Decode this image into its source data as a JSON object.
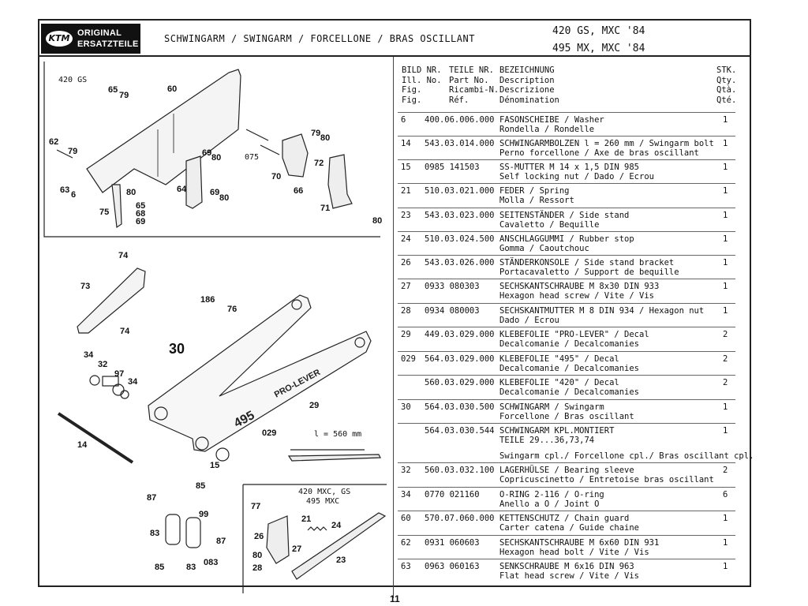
{
  "header": {
    "logo_line1": "ORIGINAL",
    "logo_line2": "ERSATZTEILE",
    "logo_brand": "KTM",
    "title": "SCHWINGARM / SWINGARM / FORCELLONE / BRAS OSCILLANT",
    "model_line1": "420 GS, MXC '84",
    "model_line2": "495 MX, MXC '84"
  },
  "columns": {
    "fig": "BILD NR.\nIll. No.\nFig.\nFig.",
    "partno": "TEILE NR.\nPart No.\nRicambi-N.\nRéf.",
    "desc": "BEZEICHNUNG\nDescription\nDescrizione\nDénomination",
    "qty": "STK.\nQty.\nQtà.\nQté."
  },
  "parts": [
    {
      "fig": "6",
      "partno": "400.06.006.000",
      "d1": "FASONSCHEIBE / Washer",
      "d2": "Rondella / Rondelle",
      "qty": "1"
    },
    {
      "fig": "14",
      "partno": "543.03.014.000",
      "d1": "SCHWINGARMBOLZEN l = 260 mm / Swingarm bolt",
      "d2": "Perno forcellone / Axe de bras oscillant",
      "qty": "1"
    },
    {
      "fig": "15",
      "partno": "0985 141503",
      "d1": "SS-MUTTER M 14 x 1,5 DIN 985",
      "d2": "Self locking nut / Dado / Ecrou",
      "qty": "1"
    },
    {
      "fig": "21",
      "partno": "510.03.021.000",
      "d1": "FEDER / Spring",
      "d2": "Molla / Ressort",
      "qty": "1"
    },
    {
      "fig": "23",
      "partno": "543.03.023.000",
      "d1": "SEITENSTÄNDER / Side stand",
      "d2": "Cavaletto / Bequille",
      "qty": "1"
    },
    {
      "fig": "24",
      "partno": "510.03.024.500",
      "d1": "ANSCHLAGGUMMI / Rubber stop",
      "d2": "Gomma / Caoutchouc",
      "qty": "1"
    },
    {
      "fig": "26",
      "partno": "543.03.026.000",
      "d1": "STÄNDERKONSOLE / Side stand bracket",
      "d2": "Portacavaletto / Support de bequille",
      "qty": "1"
    },
    {
      "fig": "27",
      "partno": "0933 080303",
      "d1": "SECHSKANTSCHRAUBE M 8x30 DIN 933",
      "d2": "Hexagon head screw / Vite / Vis",
      "qty": "1"
    },
    {
      "fig": "28",
      "partno": "0934 080003",
      "d1": "SECHSKANTMUTTER M 8 DIN 934 / Hexagon nut",
      "d2": "Dado / Ecrou",
      "qty": "1"
    },
    {
      "fig": "29",
      "partno": "449.03.029.000",
      "d1": "KLEBEFOLIE \"PRO-LEVER\" / Decal",
      "d2": "Decalcomanie / Decalcomanies",
      "qty": "2"
    },
    {
      "fig": "029",
      "partno": "564.03.029.000",
      "d1": "KLEBEFOLIE \"495\" / Decal",
      "d2": "Decalcomanie / Decalcomanies",
      "qty": "2"
    },
    {
      "fig": "",
      "partno": "560.03.029.000",
      "d1": "KLEBEFOLIE \"420\" / Decal",
      "d2": "Decalcomanie / Decalcomanies",
      "qty": "2"
    },
    {
      "fig": "30",
      "partno": "564.03.030.500",
      "d1": "SCHWINGARM / Swingarm",
      "d2": "Forcellone / Bras oscillant",
      "qty": "1"
    },
    {
      "fig": "",
      "partno": "564.03.030.544",
      "d1": "SCHWINGARM KPL.MONTIERT",
      "d2": "TEILE 29...36,73,74",
      "qty": "1"
    },
    {
      "fig": "32",
      "partno": "560.03.032.100",
      "d1": "LAGERHÜLSE / Bearing sleeve",
      "d2": "Copricuscinetto / Entretoise bras oscillant",
      "qty": "2"
    },
    {
      "fig": "34",
      "partno": "0770 021160",
      "d1": "O-RING 2-116 / O-ring",
      "d2": "Anello a O / Joint O",
      "qty": "6"
    },
    {
      "fig": "60",
      "partno": "570.07.060.000",
      "d1": "KETTENSCHUTZ / Chain guard",
      "d2": "Carter catena / Guide chaine",
      "qty": "1"
    },
    {
      "fig": "62",
      "partno": "0931 060603",
      "d1": "SECHSKANTSCHRAUBE M 6x60 DIN 931",
      "d2": "Hexagon head bolt / Vite / Vis",
      "qty": "1"
    },
    {
      "fig": "63",
      "partno": "0963 060163",
      "d1": "SENKSCHRAUBE M 6x16 DIN 963",
      "d2": "Flat head screw / Vite / Vis",
      "qty": "1"
    }
  ],
  "extra_line": "Swingarm cpl./ Forcellone cpl./ Bras oscillant cpl.",
  "diagram": {
    "box1_label": "420 GS",
    "box2_label_1": "420 MXC, GS",
    "box2_label_2": "495 MXC",
    "dimension": "l = 560 mm",
    "decal_text_1": "PRO-LEVER",
    "decal_text_2": "495",
    "callouts": {
      "c65": "65",
      "c79a": "79",
      "c60": "60",
      "c62": "62",
      "c79b": "79",
      "c63": "63",
      "c6": "6",
      "c80a": "80",
      "c65b": "65",
      "c68": "68",
      "c69a": "69",
      "c75": "75",
      "c64": "64",
      "c69b": "69",
      "c80b": "80",
      "c69c": "69",
      "c80c": "80",
      "c075": "075",
      "c70": "70",
      "c7980": "79",
      "c80d": "80",
      "c72": "72",
      "c66": "66",
      "c71": "71",
      "c80e": "80",
      "c74a": "74",
      "c73": "73",
      "c74b": "74",
      "c186": "186",
      "c76": "76",
      "c30": "30",
      "c34a": "34",
      "c32": "32",
      "c97": "97",
      "c34b": "34",
      "c14": "14",
      "c029": "029",
      "c29": "29",
      "c15": "15",
      "c85a": "85",
      "c87a": "87",
      "c99": "99",
      "c83a": "83",
      "c87b": "87",
      "c85b": "85",
      "c83b": "83",
      "c083": "083",
      "c77": "77",
      "c21": "21",
      "c24": "24",
      "c26": "26",
      "c27": "27",
      "c80f": "80",
      "c28": "28",
      "c23": "23"
    }
  },
  "page_number": "11"
}
